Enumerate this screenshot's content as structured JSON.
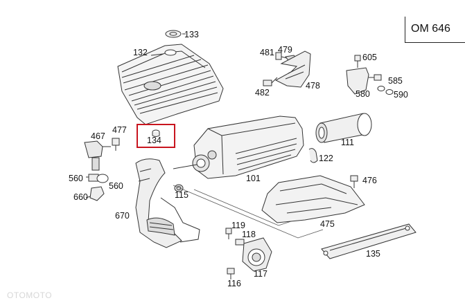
{
  "engine_code": "OM 646",
  "watermark": "OTOMOTO",
  "highlight_color": "#c8141e",
  "callouts": {
    "p133": "133",
    "p132": "132",
    "p481": "481",
    "p479": "479",
    "p478": "478",
    "p482": "482",
    "p605": "605",
    "p585": "585",
    "p580": "580",
    "p590": "590",
    "p467": "467",
    "p477": "477",
    "p134": "134",
    "p111": "111",
    "p122": "122",
    "p560a": "560",
    "p560b": "560",
    "p101": "101",
    "p476": "476",
    "p660": "660",
    "p115": "115",
    "p670": "670",
    "p475": "475",
    "p119": "119",
    "p118": "118",
    "p135": "135",
    "p117": "117",
    "p116": "116"
  }
}
